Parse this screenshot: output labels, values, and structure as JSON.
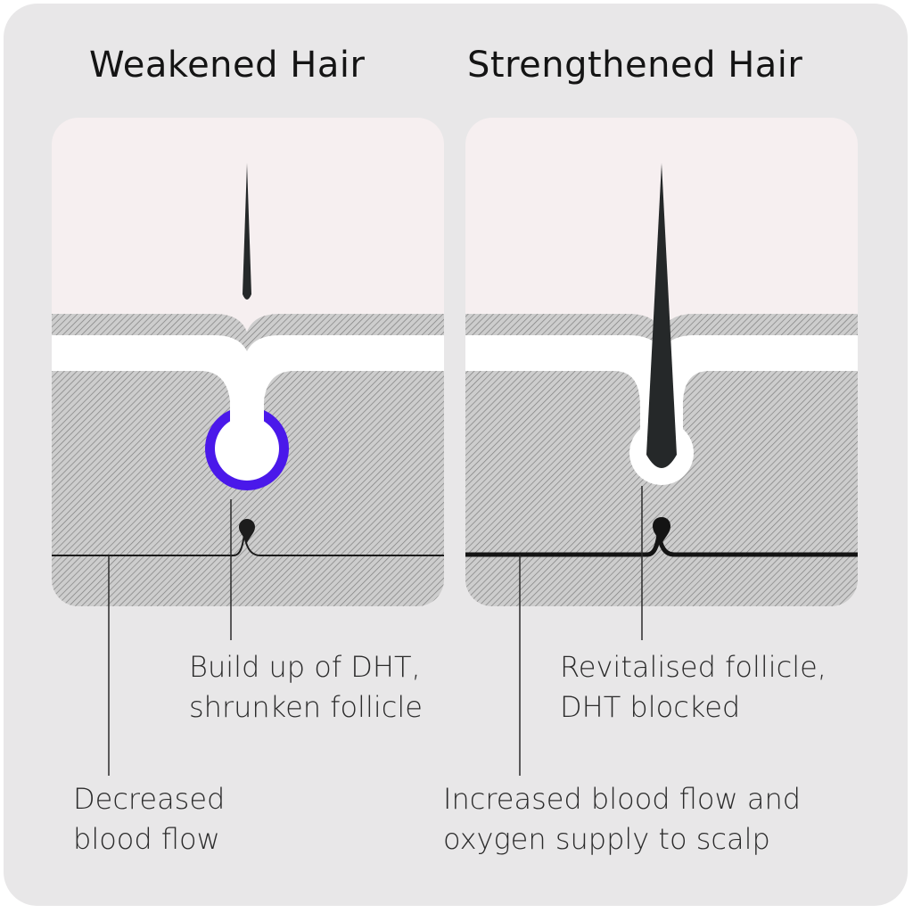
{
  "panels": {
    "weakened": {
      "title": "Weakened Hair"
    },
    "strengthened": {
      "title": "Strengthened Hair"
    }
  },
  "annotations": {
    "dht_shrunken": {
      "line1": "Build up of DHT,",
      "line2": "shrunken follicle"
    },
    "revitalised": {
      "line1": "Revitalised follicle,",
      "line2": "DHT blocked"
    },
    "decreased_flow": {
      "line1": "Decreased",
      "line2": "blood flow"
    },
    "increased_flow": {
      "line1": "Increased blood flow and",
      "line2": "oxygen supply to scalp"
    }
  },
  "colors": {
    "background": "#e8e7e8",
    "air": "#f6eff0",
    "tissue": "#c9c9c9",
    "hatch": "#7c7c7c",
    "hair": "#252829",
    "dht_ring": "#4a18ea",
    "epidermis": "#ffffff"
  }
}
